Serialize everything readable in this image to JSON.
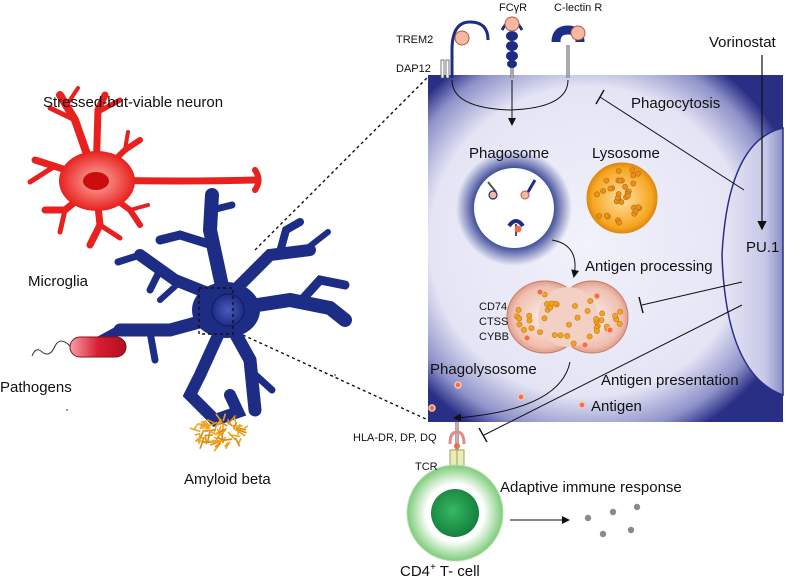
{
  "colors": {
    "neuron": "#e8201e",
    "microglia": "#1d2d86",
    "panel_edge": "#2a2f86",
    "panel_center": "#eeeefa",
    "pathogen": "#d81e33",
    "amyloid": "#f0a418",
    "lysosome": "#f6a621",
    "phagolysosome": "#e59a8b",
    "tcell_ring": "#9dd79a",
    "tcell_core": "#1e9a4a",
    "cytokine": "#8a8a8a"
  },
  "labels": {
    "neuron": "Stressed-but-viable neuron",
    "microglia": "Microglia",
    "pathogens": "Pathogens",
    "amyloid": "Amyloid beta",
    "trem2": "TREM2",
    "dap12": "DAP12",
    "fcyr": "FCγR",
    "clectin": "C-lectin R",
    "vorinostat": "Vorinostat",
    "phagocytosis": "Phagocytosis",
    "phagosome": "Phagosome",
    "lysosome": "Lysosome",
    "pu1": "PU.1",
    "antigen_processing": "Antigen processing",
    "cd74": "CD74",
    "ctss": "CTSS",
    "cybb": "CYBB",
    "phagolysosome": "Phagolysosome",
    "antigen_presentation": "Antigen presentation",
    "antigen": "Antigen",
    "hla": "HLA-DR, DP, DQ",
    "tcr": "TCR",
    "adaptive": "Adaptive immune response",
    "tcell_main": "CD4",
    "tcell_sup": "+",
    "tcell_rest": " T- cell"
  }
}
